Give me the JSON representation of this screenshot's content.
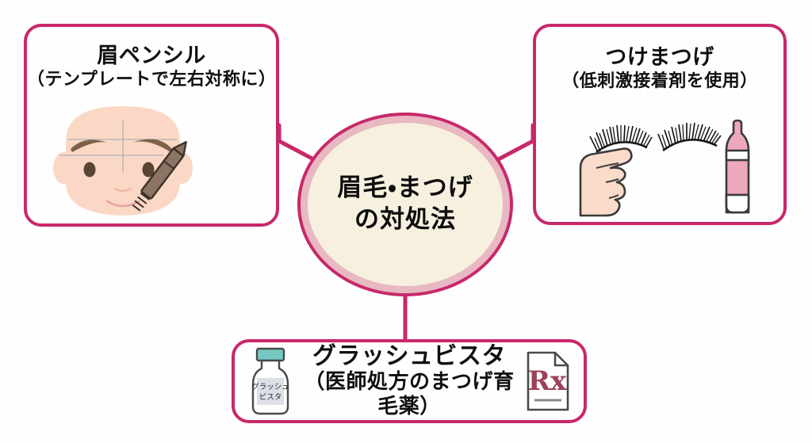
{
  "diagram": {
    "type": "hub-and-spoke concept diagram",
    "accent_color": "#c8286b",
    "circle_fill": "#f7f0df",
    "circle_ring": "#e8b9c2",
    "background": "#fefefe",
    "center": {
      "line1": "眉毛・まつげ",
      "line2": "の対処法"
    },
    "nodes": [
      {
        "id": "brow-pencil",
        "title": "眉ペンシル",
        "subtitle": "（テンプレートで左右対称に）",
        "illustration": "face-with-eyebrow-pencil"
      },
      {
        "id": "false-lash",
        "title": "つけまつげ",
        "subtitle": "（低刺激接着剤を使用）",
        "illustration": "hand-holding-false-eyelashes-and-glue-bottle"
      },
      {
        "id": "glassvista",
        "title": "グラッシュビスタ",
        "subtitle": "（医師処方のまつげ育毛薬）",
        "illustration": "medicine-bottle-and-prescription"
      }
    ]
  },
  "icons": {
    "bottle": {
      "name": "medicine-bottle-icon",
      "label_line1": "グラッシュ",
      "label_line2": "ビスタ",
      "cap_color": "#76c9c3",
      "body_color": "#ffffff",
      "label_color": "#dcdfe8",
      "outline_color": "#4a4a4a"
    },
    "prescription": {
      "name": "prescription-rx-icon",
      "symbol": "Rx",
      "page_color": "#ffffff",
      "text_color": "#9c4257",
      "outline_color": "#4a4a4a"
    },
    "glue_bottle": {
      "name": "lash-glue-bottle-icon",
      "body_color": "#eea8bb",
      "band_color": "#ffffff",
      "outline_color": "#3a3a3a"
    },
    "lashes": {
      "name": "false-eyelash-strip-icon",
      "color": "#181818"
    },
    "hand": {
      "name": "hand-icon",
      "skin_color": "#fbdccb",
      "outline_color": "#3a3a3a"
    },
    "face": {
      "name": "face-illustration",
      "skin_color": "#fbd8c6",
      "brow_color": "#7e6248",
      "eye_color": "#5a4434",
      "mouth_color": "#e8a3a3",
      "guide_line_color": "#b8b8b8"
    },
    "pencil": {
      "name": "eyebrow-pencil-icon",
      "body_color": "#8b7463",
      "outline_color": "#3b332c"
    }
  }
}
